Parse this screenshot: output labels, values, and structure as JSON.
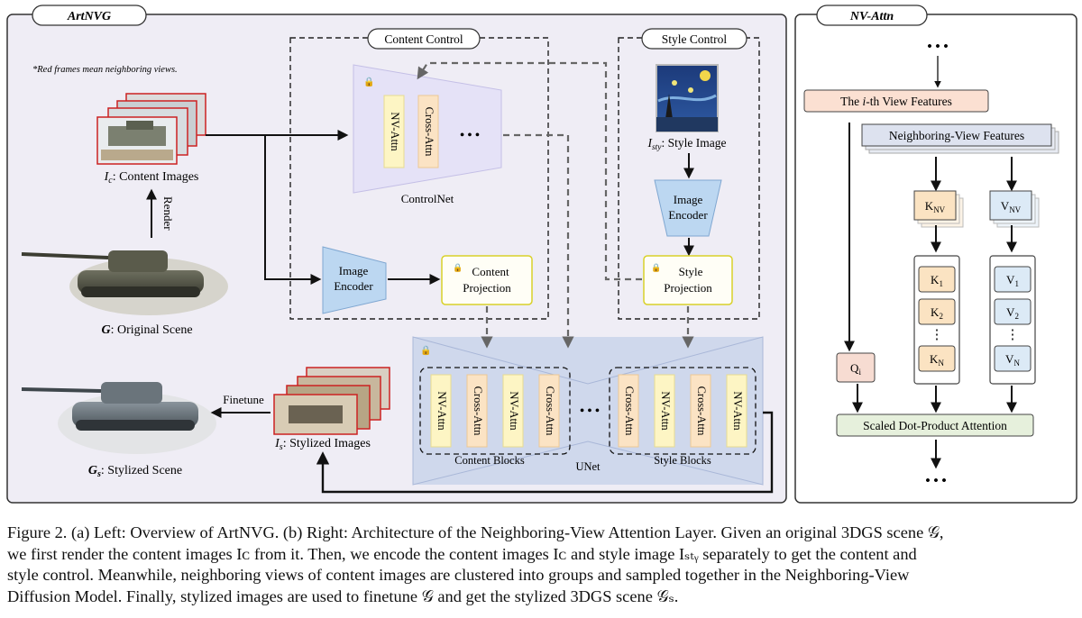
{
  "left_panel": {
    "title": "ArtNVG",
    "note": "*Red frames mean neighboring views.",
    "content_images_label": "I_c: Content Images",
    "content_images_sym": "I",
    "content_images_sub": "c",
    "content_images_rest": ": Content Images",
    "render_label": "Render",
    "original_scene_sym": "G",
    "original_scene_rest": ": Original Scene",
    "stylized_images_sym": "I",
    "stylized_images_sub": "s",
    "stylized_images_rest": ": Stylized Images",
    "finetune_label": "Finetune",
    "stylized_scene_sym": "G",
    "stylized_scene_sub": "s",
    "stylized_scene_rest": ": Stylized Scene",
    "content_control": {
      "title": "Content Control",
      "controlnet_label": "ControlNet",
      "controlnet_blocks": [
        "NV-Attn",
        "Cross-Attn"
      ],
      "dots": "• • •",
      "image_encoder": [
        "Image",
        "Encoder"
      ],
      "content_projection": [
        "Content",
        "Projection"
      ]
    },
    "style_control": {
      "title": "Style Control",
      "style_image_sym": "I",
      "style_image_sub": "sty",
      "style_image_rest": ": Style Image",
      "image_encoder": [
        "Image",
        "Encoder"
      ],
      "style_projection": [
        "Style",
        "Projection"
      ]
    },
    "unet": {
      "label": "UNet",
      "content_blocks_label": "Content Blocks",
      "style_blocks_label": "Style Blocks",
      "content_blocks": [
        "NV-Attn",
        "Cross-Attn",
        "NV-Attn",
        "Cross-Attn"
      ],
      "style_blocks": [
        "Cross-Attn",
        "NV-Attn",
        "Cross-Attn",
        "NV-Attn"
      ],
      "dots": "• • •"
    }
  },
  "right_panel": {
    "title": "NV-Attn",
    "top_dots": "• • •",
    "bottom_dots": "• • •",
    "ith_view_pre": "The ",
    "ith_view_i": "i",
    "ith_view_post": "-th View Features",
    "neighboring_view": "Neighboring-View Features",
    "k_nv": "K",
    "k_nv_sub": "NV",
    "v_nv": "V",
    "v_nv_sub": "NV",
    "k_items": [
      [
        "K",
        "1"
      ],
      [
        "K",
        "2"
      ],
      [
        "K",
        "N"
      ]
    ],
    "v_items": [
      [
        "V",
        "1"
      ],
      [
        "V",
        "2"
      ],
      [
        "V",
        "N"
      ]
    ],
    "vdots": "⋮",
    "q": "Q",
    "q_sub": "i",
    "attention": "Scaled Dot-Product Attention"
  },
  "caption": {
    "lines": [
      "Figure 2. (a) Left: Overview of ArtNVG. (b) Right: Architecture of the Neighboring-View Attention Layer. Given an original 3DGS scene 𝒢,",
      "we first render the content images Iᴄ from it. Then, we encode the content images Iᴄ and style image Iₛₜᵧ separately to get the content and",
      "style control. Meanwhile, neighboring views of content images are clustered into groups and sampled together in the Neighboring-View",
      "Diffusion Model. Finally, stylized images are used to finetune 𝒢 and get the stylized 3DGS scene 𝒢ₛ."
    ]
  },
  "colors": {
    "panel_bg": "#efedf5",
    "controlnet_fill": "#e5e2f7",
    "block_fill": "#fdf5c4",
    "cross_fill": "#fbe3c4",
    "encoder_fill": "#bcd7f1",
    "projection_stroke": "#d9d12a",
    "unet_fill": "#cfd8ec",
    "ith_view_fill": "#fbe0d2",
    "k_fill": "#fbe3c2",
    "v_fill": "#dceaf6",
    "q_fill": "#f7dcd2",
    "attn_fill": "#e6f0dc",
    "neighbor_fill": "#dde2ef"
  }
}
